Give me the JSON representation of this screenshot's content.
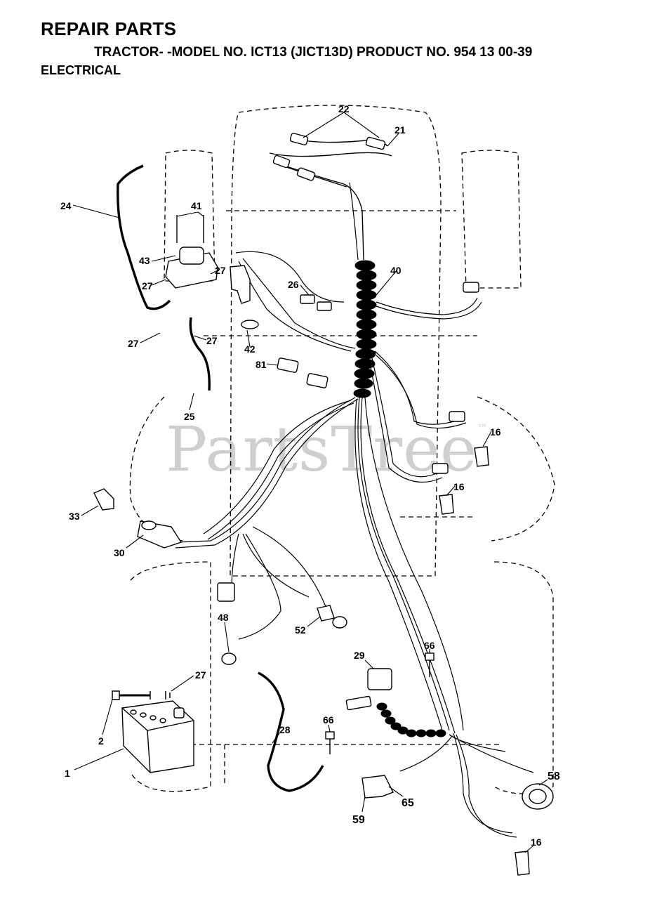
{
  "header": {
    "title": "REPAIR PARTS",
    "model_line": "TRACTOR- -MODEL NO. ICT13 (JICT13D) PRODUCT NO. 954 13 00-39",
    "section": "ELECTRICAL"
  },
  "watermark": {
    "text": "PartsTree",
    "tm": "™"
  },
  "callouts": [
    "22",
    "21",
    "24",
    "41",
    "43",
    "27",
    "27",
    "26",
    "40",
    "27",
    "27",
    "42",
    "81",
    "25",
    "16",
    "16",
    "33",
    "30",
    "48",
    "52",
    "29",
    "66",
    "27",
    "2",
    "28",
    "66",
    "1",
    "58",
    "59",
    "65",
    "16"
  ]
}
